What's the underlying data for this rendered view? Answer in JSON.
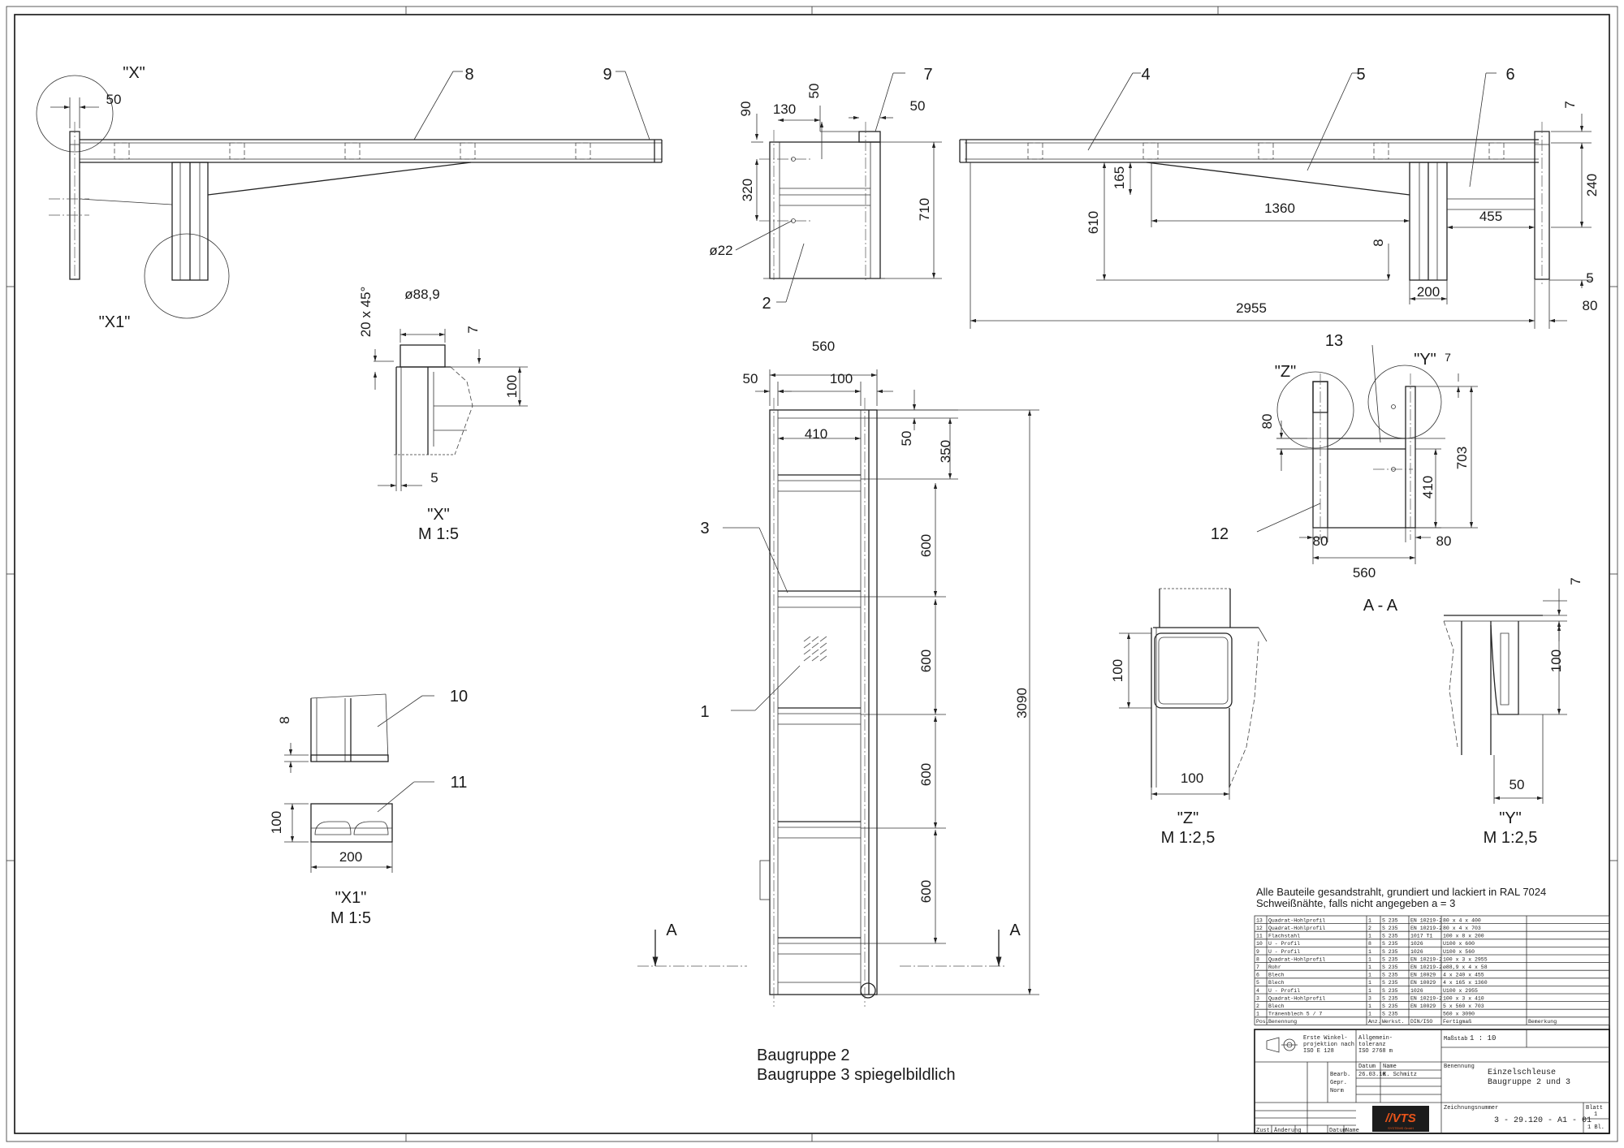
{
  "views": {
    "top_left": {
      "label_x": "\"X\"",
      "label_x1": "\"X1\"",
      "dim_50": "50",
      "pos_8": "8",
      "pos_9": "9"
    },
    "top_middle": {
      "dim_90": "90",
      "dim_130": "130",
      "dim_50a": "50",
      "dim_50b": "50",
      "dim_320": "320",
      "dim_710": "710",
      "dim_d22": "ø22",
      "pos_7": "7",
      "pos_2": "2"
    },
    "top_right": {
      "pos_4": "4",
      "pos_5": "5",
      "pos_6": "6",
      "dim_7": "7",
      "dim_165": "165",
      "dim_610": "610",
      "dim_1360": "1360",
      "dim_8": "8",
      "dim_200": "200",
      "dim_455": "455",
      "dim_240": "240",
      "dim_5": "5",
      "dim_80": "80",
      "dim_2955": "2955"
    },
    "detail_x": {
      "dim_20x45": "20 x 45°",
      "dim_d889": "ø88,9",
      "dim_7": "7",
      "dim_100": "100",
      "dim_5": "5",
      "title": "\"X\"",
      "scale": "M 1:5"
    },
    "detail_x1": {
      "dim_8": "8",
      "dim_100": "100",
      "dim_200": "200",
      "pos_10": "10",
      "pos_11": "11",
      "title": "\"X1\"",
      "scale": "M 1:5"
    },
    "front": {
      "dim_560": "560",
      "dim_50": "50",
      "dim_100": "100",
      "dim_410": "410",
      "dim_50b": "50",
      "dim_350": "350",
      "dim_600a": "600",
      "dim_600b": "600",
      "dim_600c": "600",
      "dim_600d": "600",
      "dim_3090": "3090",
      "pos_3": "3",
      "pos_1": "1",
      "section_a_left": "A",
      "section_a_right": "A",
      "caption_1": "Baugruppe 2",
      "caption_2": "Baugruppe 3 spiegelbildlich"
    },
    "section_aa": {
      "pos_13": "13",
      "pos_12": "12",
      "label_z": "\"Z\"",
      "label_y": "\"Y\"",
      "dim_7": "7",
      "dim_80": "80",
      "dim_703": "703",
      "dim_410": "410",
      "dim_80l": "80",
      "dim_80r": "80",
      "dim_560": "560",
      "title": "A - A"
    },
    "detail_z": {
      "dim_100v": "100",
      "dim_100h": "100",
      "title": "\"Z\"",
      "scale": "M 1:2,5"
    },
    "detail_y": {
      "dim_7": "7",
      "dim_100": "100",
      "dim_50": "50",
      "title": "\"Y\"",
      "scale": "M 1:2,5"
    }
  },
  "notes": {
    "line1": "Alle Bauteile gesandstrahlt, grundiert und lackiert in RAL 7024",
    "line2": "Schweißnähte, falls nicht angegeben  a = 3"
  },
  "parts_list": {
    "rows": [
      [
        "13",
        "Quadrat-Hohlprofil",
        "1",
        "S 235",
        "EN 10219-2",
        "80 x 4 x 400"
      ],
      [
        "12",
        "Quadrat-Hohlprofil",
        "2",
        "S 235",
        "EN 10219-2",
        "80 x 4 x 703"
      ],
      [
        "11",
        "Flachstahl",
        "1",
        "S 235",
        "1017 T1",
        "100 x 8 x 200"
      ],
      [
        "10",
        "U - Profil",
        "8",
        "S 235",
        "1026",
        "U100 x 600"
      ],
      [
        "9",
        "U - Profil",
        "1",
        "S 235",
        "1026",
        "U100 x 560"
      ],
      [
        "8",
        "Quadrat-Hohlprofil",
        "1",
        "S 235",
        "EN 10219-2",
        "100 x 3 x 2955"
      ],
      [
        "7",
        "Rohr",
        "1",
        "S 235",
        "EN 10219-2",
        "ø88,9 x 4 x 58"
      ],
      [
        "6",
        "Blech",
        "1",
        "S 235",
        "EN 10029",
        "4 x 240 x 455"
      ],
      [
        "5",
        "Blech",
        "1",
        "S 235",
        "EN 10029",
        "4 x 165 x 1360"
      ],
      [
        "4",
        "U - Profil",
        "1",
        "S 235",
        "1026",
        "U100 x 2955"
      ],
      [
        "3",
        "Quadrat-Hohlprofil",
        "3",
        "S 235",
        "EN 10219-2",
        "100 x 3 x 410"
      ],
      [
        "2",
        "Blech",
        "1",
        "S 235",
        "EN 10029",
        "5 x 560 x 703"
      ],
      [
        "1",
        "Tränenblech  5 / 7",
        "1",
        "S 235",
        "",
        "560 x 3090"
      ]
    ],
    "header": [
      "Pos.",
      "Benennung",
      "Anz.",
      "Werkst.",
      "DIN/ISO",
      "Fertigmaß",
      "Bemerkung"
    ]
  },
  "title_block": {
    "projection": "Erste Winkel-\nprojektion nach\nISO E 128",
    "tolerance": "Allgemein-\ntoleranz\nISO 2768 m",
    "scale_label": "Maßstab",
    "scale_value": "1 : 10",
    "datum": "Datum",
    "name": "Name",
    "benennung": "Benennung",
    "bearb": "Bearb.",
    "bearb_date": "26.03.10",
    "bearb_name": "K. Schmitz",
    "gepr": "Gepr.",
    "norm": "Norm",
    "title_1": "Einzelschleuse",
    "title_2": "Baugruppe 2 und 3",
    "drawing_number_label": "Zeichnungsnummer",
    "drawing_number": "3 - 29.120 - A1 - 01",
    "sheet_label": "Blatt",
    "sheet_num": "1",
    "sheet_of": "1  Bl.",
    "logo": "//VTS",
    "logo_sub": "SYSTEMS GmbH",
    "rev_zust": "Zust.",
    "rev_aend": "Änderung",
    "rev_datum": "Datum",
    "rev_name": "Name"
  }
}
